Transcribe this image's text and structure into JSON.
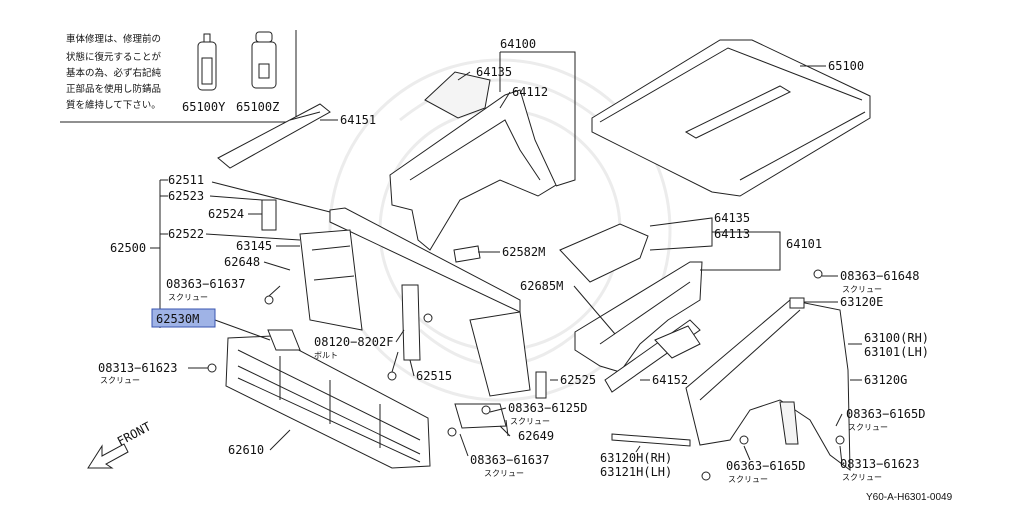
{
  "note": {
    "lines": [
      "車体修理は、修理前の",
      "状態に復元することが",
      "基本の為、必ず右記純",
      "正部品を使用し防錆品",
      "質を維持して下さい。"
    ],
    "products": [
      "65100Y",
      "65100Z"
    ]
  },
  "labels": {
    "p64100": "64100",
    "p64135a": "64135",
    "p64112": "64112",
    "p65100": "65100",
    "p64151": "64151",
    "p62511": "62511",
    "p62523": "62523",
    "p62524": "62524",
    "p62522": "62522",
    "p62500": "62500",
    "p63145": "63145",
    "p62648": "62648",
    "p0836361637a": "08363−61637",
    "p62530M": "62530M",
    "p0831361623a": "08313−61623",
    "p0812082O2F": "08120−8202F",
    "p62515": "62515",
    "p62582M": "62582M",
    "p64135b": "64135",
    "p64113": "64113",
    "p64101": "64101",
    "p62685M": "62685M",
    "p62525": "62525",
    "p0836361250": "08363−6125D",
    "p62649": "62649",
    "p0836361637b": "08363−61637",
    "p64152": "64152",
    "p62610": "62610",
    "p0836361648": "08363−61648",
    "p63120E": "63120E",
    "p63100": "63100(RH)",
    "p63101": "63101(LH)",
    "p63120G": "63120G",
    "p0836361650a": "08363−6165D",
    "p0831361623b": "08313−61623",
    "p0836361650b": "06363−6165D",
    "p63120H": "63120H(RH)",
    "p63121H": "63121H(LH)"
  },
  "small": {
    "screw": "スクリュー",
    "bolt": "ボルト"
  },
  "front": "FRONT",
  "footer": "Y60-A-H6301-0049",
  "highlight_color": "#9fb3e6"
}
